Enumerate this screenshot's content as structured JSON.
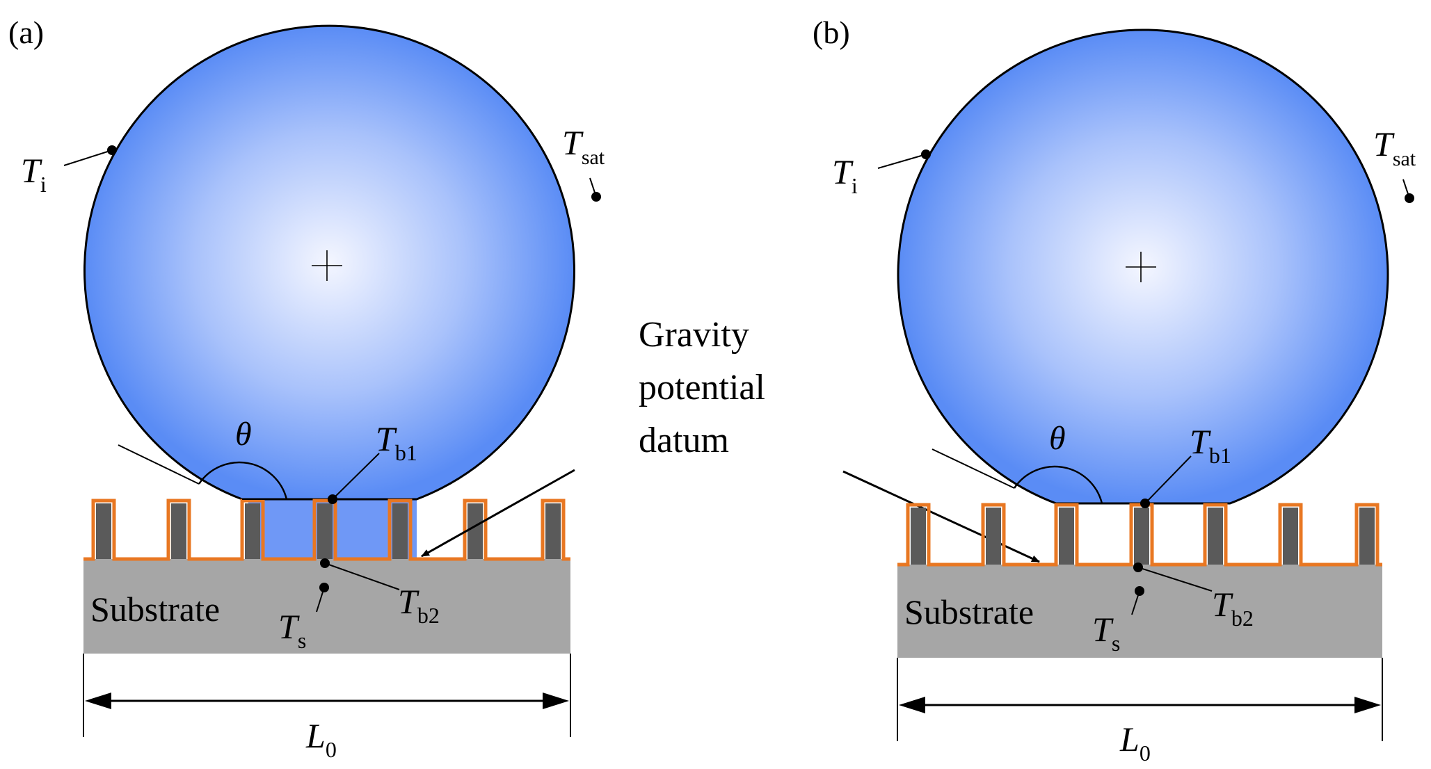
{
  "panel_a": {
    "label": "(a)"
  },
  "panel_b": {
    "label": "(b)"
  },
  "labels": {
    "T": "T",
    "sub_i": "i",
    "sub_sat": "sat",
    "sub_b1": "b1",
    "sub_b2": "b2",
    "sub_s": "s",
    "theta": "θ",
    "substrate": "Substrate",
    "L": "L",
    "sub_0": "0",
    "gravity_line1": "Gravity",
    "gravity_line2": "potential",
    "gravity_line3": "datum"
  },
  "colors": {
    "droplet_center": "#f4f6ff",
    "droplet_edge": "#5a8cf5",
    "pillar": "#5a5a5a",
    "pillar_outline": "#e87722",
    "substrate": "#a6a6a6"
  }
}
